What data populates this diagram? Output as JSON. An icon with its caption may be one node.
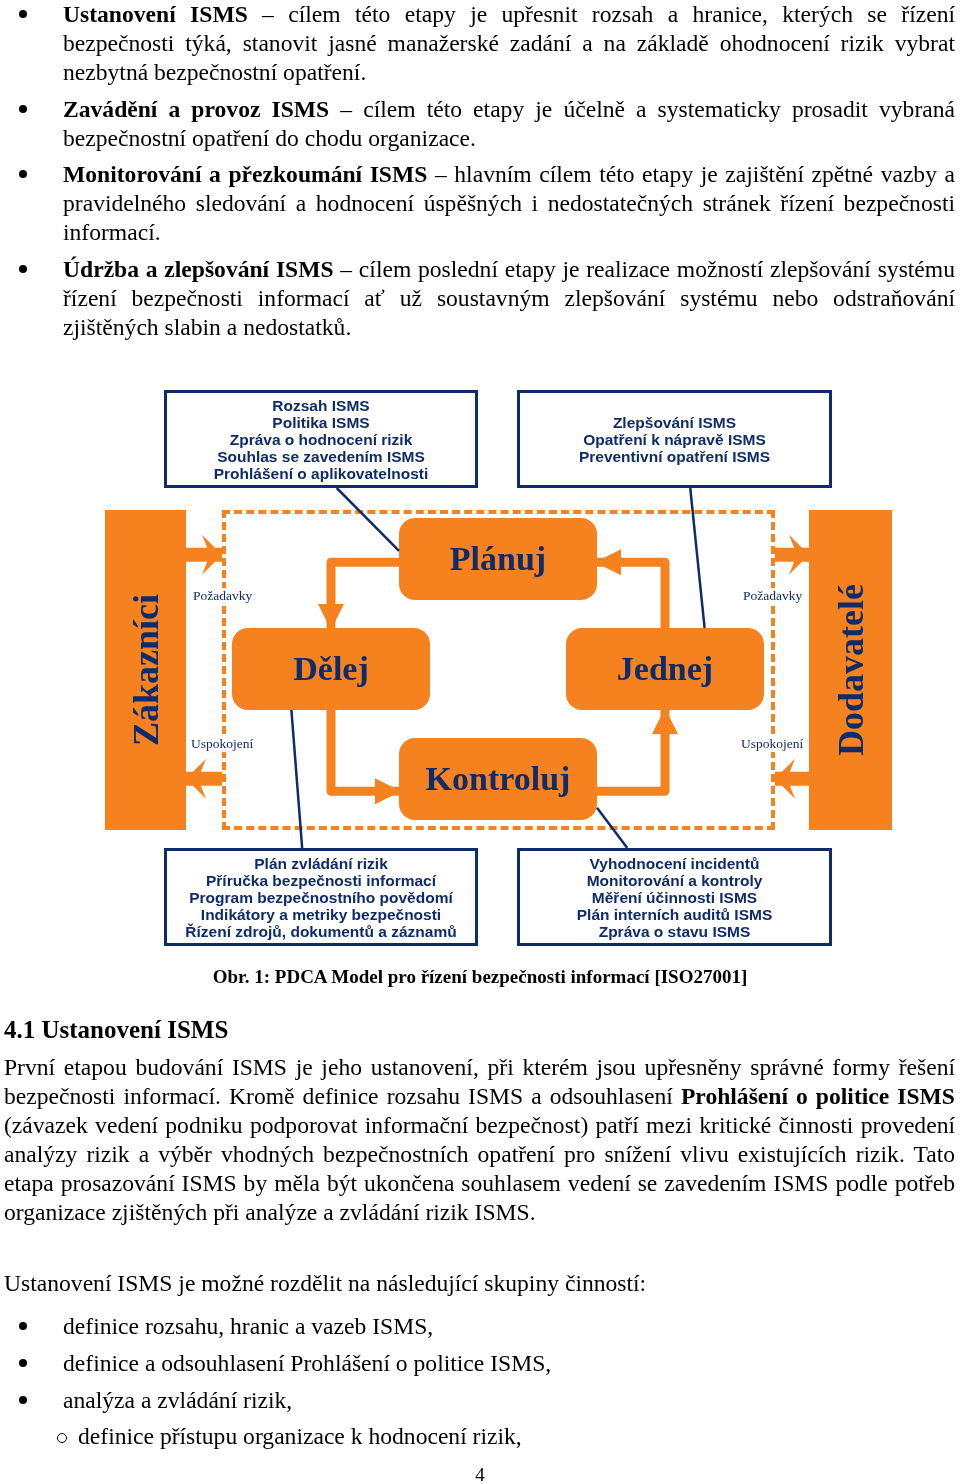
{
  "diagram": {
    "caption": "Obr. 1: PDCA Model pro řízení bezpečnosti informací [ISO27001]",
    "nodes": [
      {
        "text": [
          "Rozsah ISMS",
          "Politika ISMS",
          "Zpráva o hodnocení rizik",
          "Souhlas se zavedením ISMS",
          "Prohlášení o aplikovatelnosti"
        ]
      },
      {
        "text": [
          "Zlepšování ISMS",
          "Opatření k nápravě ISMS",
          "Preventivní opatření ISMS"
        ]
      },
      {
        "text": [
          "Zákazníci"
        ]
      },
      {
        "text": [],
        "shape": "box"
      },
      {
        "text": [
          "Plánuj"
        ],
        "in": 3
      },
      {
        "text": [
          "Dělej"
        ],
        "in": 3
      },
      {
        "text": [
          "Jednej"
        ],
        "in": 3
      },
      {
        "text": [
          "Kontroluj"
        ],
        "in": 3
      },
      {
        "text": [
          "Dodavatelé"
        ]
      },
      {
        "text": [
          "Plán zvládání rizik",
          "Příručka bezpečnosti informací",
          "Program bezpečnostního povědomí",
          "Indikátory a metriky bezpečnosti",
          "Řízení zdrojů, dokumentů a záznamů"
        ]
      },
      {
        "text": [
          "Vyhodnocení incidentů",
          "Monitorování a kontroly",
          "Měření účinnosti ISMS",
          "Plán interních auditů ISMS",
          "Zpráva o stavu ISMS"
        ]
      }
    ],
    "edges": [
      {
        "from": 0,
        "to": 4,
        "arrow": "none",
        "color": "#0e2c6b"
      },
      {
        "from": 1,
        "to": 6,
        "arrow": "none",
        "color": "#0e2c6b"
      },
      {
        "from": 9,
        "to": 5,
        "arrow": "none",
        "color": "#0e2c6b"
      },
      {
        "from": 10,
        "to": 7,
        "arrow": "none",
        "color": "#0e2c6b"
      },
      {
        "from": 4,
        "to": 5,
        "arrow": "to"
      },
      {
        "from": 5,
        "to": 7,
        "arrow": "to"
      },
      {
        "from": 7,
        "to": 6,
        "arrow": "to"
      },
      {
        "from": 6,
        "to": 4,
        "arrow": "to"
      },
      {
        "from": 2,
        "to": 3,
        "arrow": "to",
        "label": "Požadavky"
      },
      {
        "from": 3,
        "to": 2,
        "arrow": "to",
        "label": "Uspokojení"
      },
      {
        "from": 3,
        "to": 8,
        "arrow": "to",
        "label": "Požadavky"
      },
      {
        "from": 8,
        "to": 3,
        "arrow": "to",
        "label": "Uspokojení"
      }
    ],
    "labels": [
      "**Ustanovení ISMS** – cílem této etapy je upřesnit rozsah a hranice, kterých se řízení bezpečnosti týká, stanovit jasné manažerské zadání a na základě ohodnocení rizik vybrat nezbytná bezpečnostní opatření.",
      "**Zavádění a provoz ISMS** – cílem této etapy je účelně a systematicky prosadit vybraná bezpečnostní opatření do chodu organizace.",
      "**Monitorování a přezkoumání ISMS** – hlavním cílem této etapy je zajištění zpětné vazby a pravidelného sledování a hodnocení úspěšných i nedostatečných stránek řízení bezpečnosti informací.",
      "**Údržba a zlepšování ISMS** – cílem poslední etapy je realizace možností zlepšování systému řízení bezpečnosti informací ať už soustavným zlepšování systému nebo odstraňování zjištěných slabin a nedostatků.",
      "4.1 Ustanovení ISMS",
      "První etapou budování ISMS je jeho ustanovení, při kterém jsou upřesněny správné formy řešení bezpečnosti informací. Kromě definice rozsahu ISMS a odsouhlasení **Prohlášení o politice ISMS** (závazek vedení podniku podporovat informační bezpečnost) patří mezi kritické činnosti provedení analýzy rizik a výběr vhodných bezpečnostních opatření pro snížení vlivu existujících rizik. Tato etapa prosazování ISMS by měla být ukončena souhlasem vedení se zavedením ISMS podle potřeb organizace zjištěných při analýze a zvládání rizik ISMS.",
      "Ustanovení ISMS je možné rozdělit na následující skupiny činností:",
      "definice rozsahu, hranic a vazeb ISMS,",
      "definice a odsouhlasení Prohlášení o politice ISMS,",
      "analýza a zvládání rizik,",
      "definice přístupu organizace k hodnocení rizik,",
      "4"
    ]
  }
}
